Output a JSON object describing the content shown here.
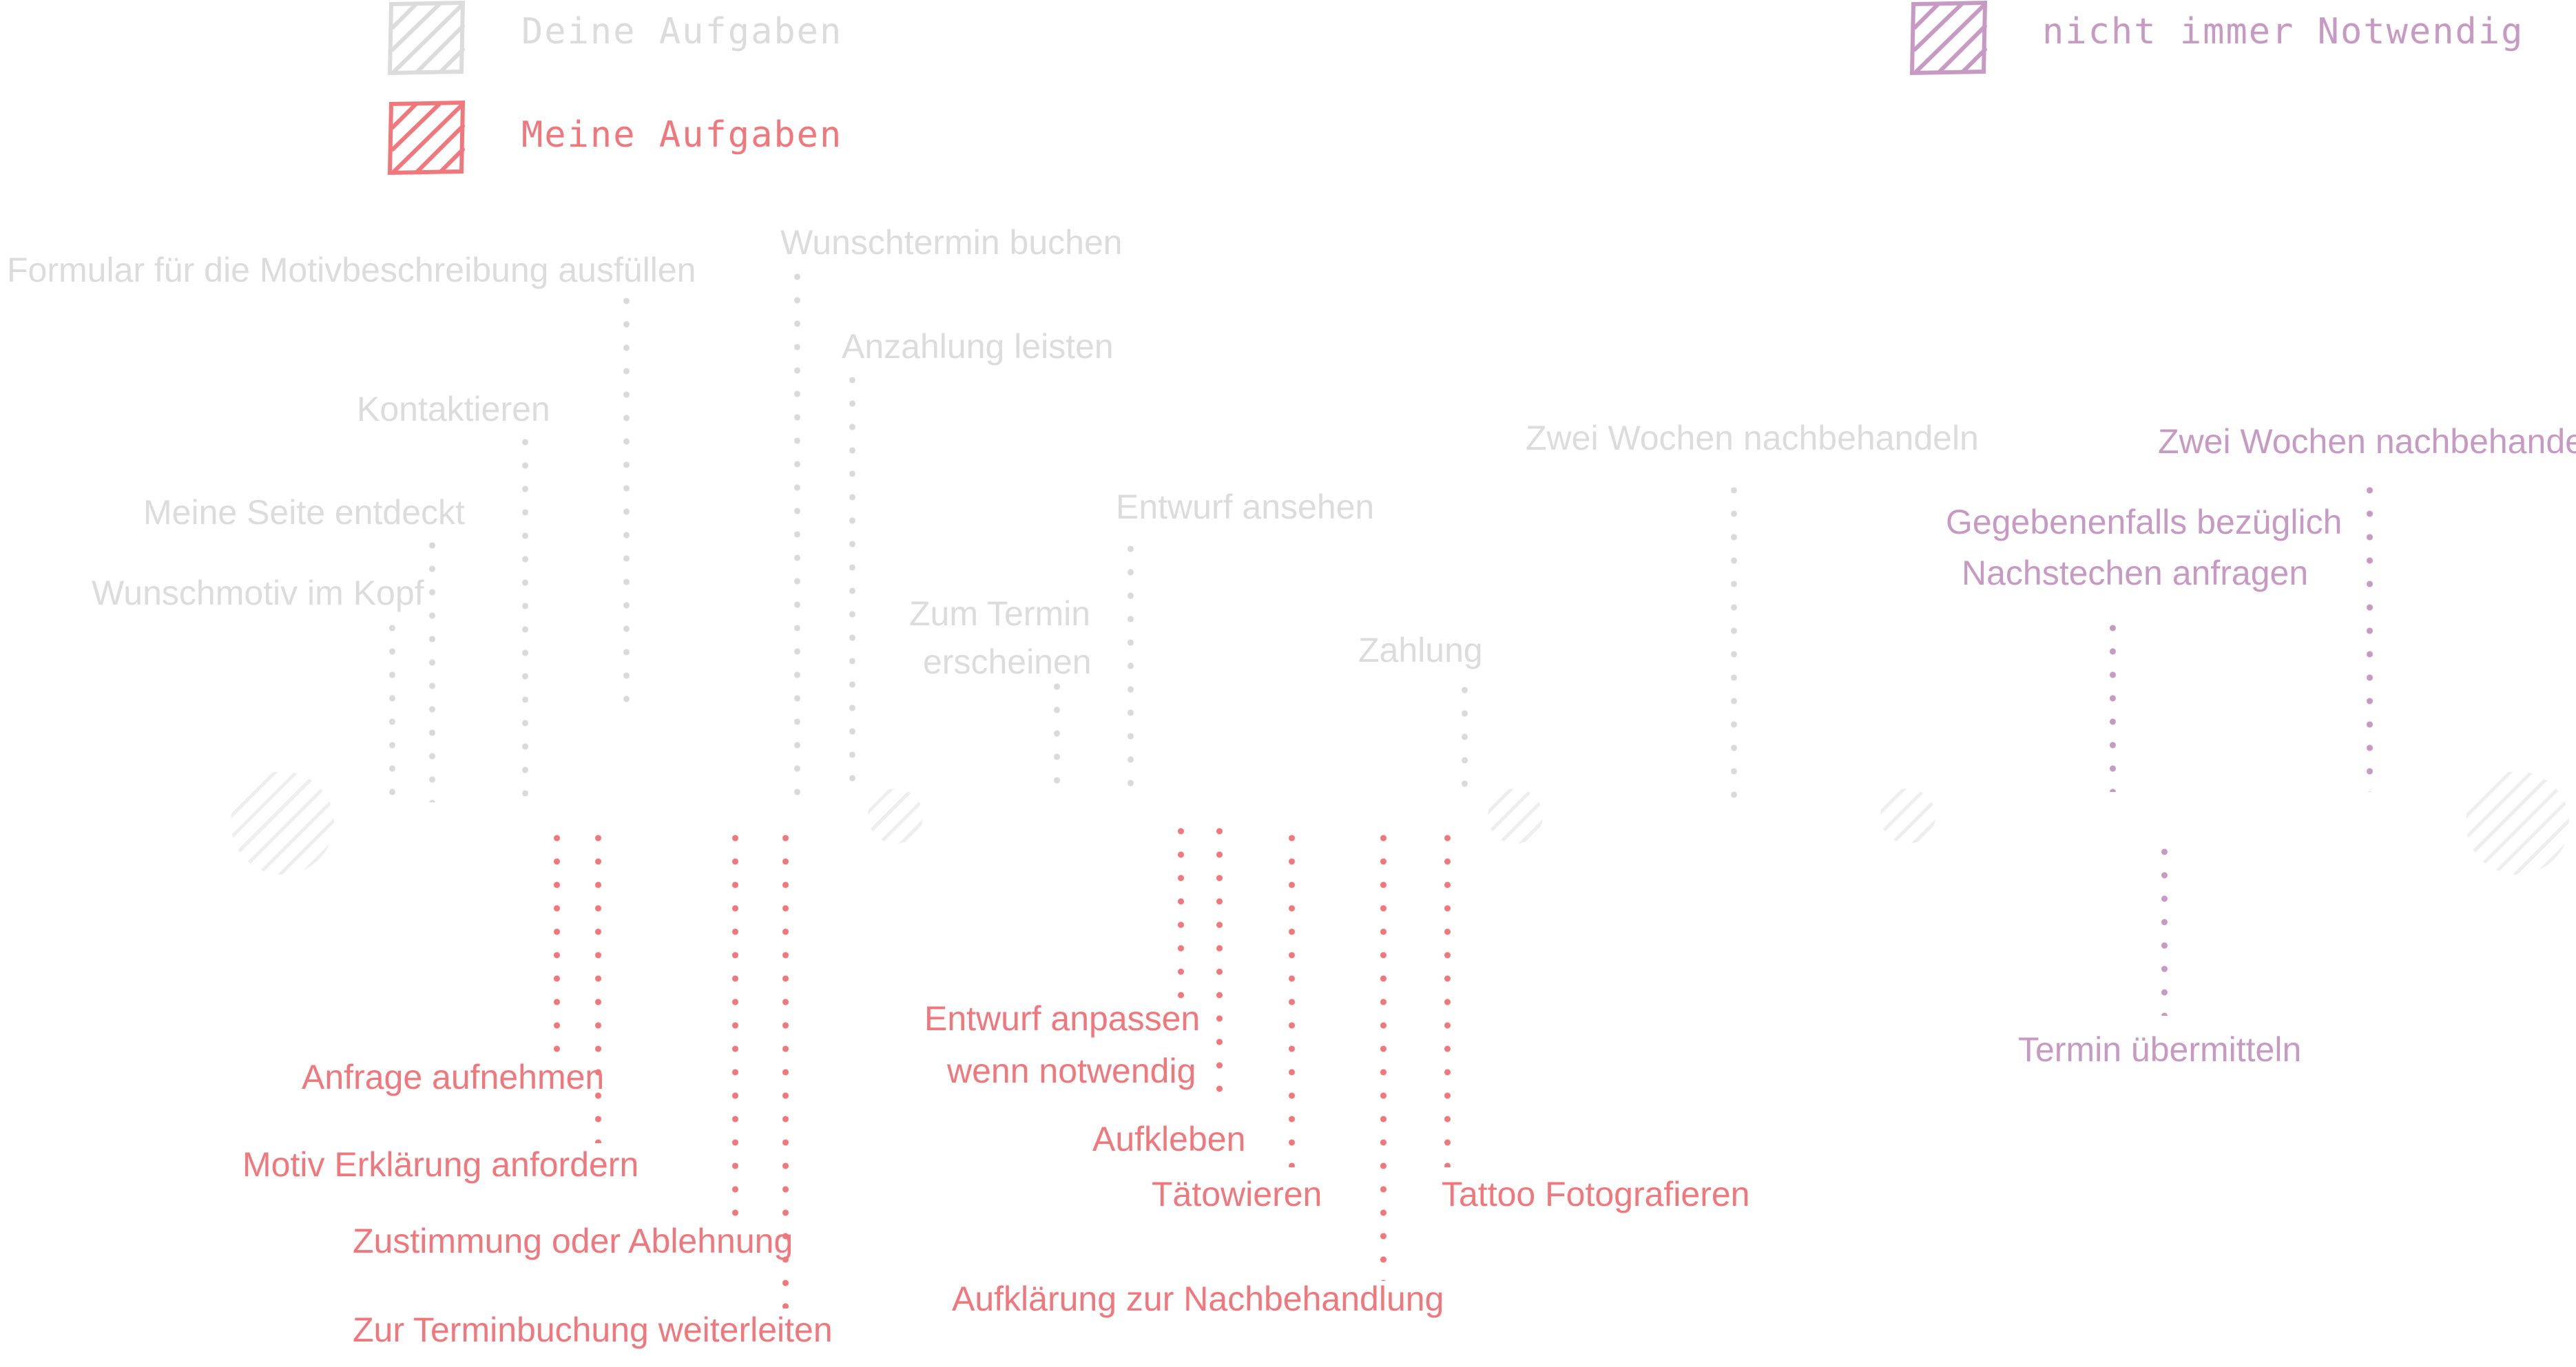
{
  "colors": {
    "deine": "#dcdcdc",
    "meine": "#f0787c",
    "optional": "#c79ac3"
  },
  "legend": {
    "deine_aufgaben": "Deine Aufgaben",
    "meine_aufgaben": "Meine Aufgaben",
    "nicht_immer_notwendig": "nicht immer Notwendig"
  },
  "customer_steps": {
    "formular": "Formular für die Motivbeschreibung ausfüllen",
    "wunschtermin": "Wunschtermin buchen",
    "anzahlung": "Anzahlung leisten",
    "kontaktieren": "Kontaktieren",
    "seite_entdeckt": "Meine Seite entdeckt",
    "wunschmotiv": "Wunschmotiv im Kopf",
    "entwurf_ansehen": "Entwurf ansehen",
    "zum_termin_1": "Zum Termin",
    "zum_termin_2": "erscheinen",
    "zahlung": "Zahlung",
    "nachbehandeln": "Zwei Wochen nachbehandeln"
  },
  "artist_steps": {
    "anfrage": "Anfrage aufnehmen",
    "motiv_erklaerung": "Motiv Erklärung anfordern",
    "zustimmung": "Zustimmung oder Ablehnung",
    "terminbuchung": "Zur Terminbuchung weiterleiten",
    "entwurf_anpassen_1": "Entwurf anpassen",
    "entwurf_anpassen_2": "wenn notwendig",
    "aufkleben": "Aufkleben",
    "taetowieren": "Tätowieren",
    "aufklaerung": "Aufklärung zur Nachbehandlung",
    "fotografieren": "Tattoo Fotografieren"
  },
  "optional_steps": {
    "nachbehandeln": "Zwei Wochen nachbehandeln",
    "nachstechen_1": "Gegebenenfalls bezüglich",
    "nachstechen_2": "Nachstechen anfragen",
    "termin_uebermitteln": "Termin übermitteln"
  }
}
